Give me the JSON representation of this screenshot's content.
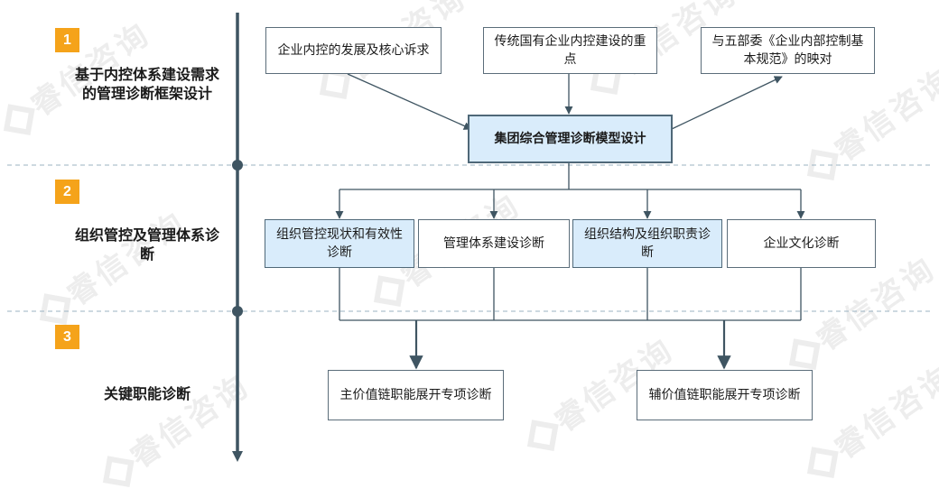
{
  "watermark": "睿信咨询",
  "stages": [
    {
      "num": "1",
      "title": "基于内控体系建设需求的管理诊断框架设计"
    },
    {
      "num": "2",
      "title": "组织管控及管理体系诊断"
    },
    {
      "num": "3",
      "title": "关键职能诊断"
    }
  ],
  "inputs": [
    {
      "text": "企业内控的发展及核心诉求"
    },
    {
      "text": "传统国有企业内控建设的重点"
    },
    {
      "text": "与五部委《企业内部控制基本规范》的映对"
    }
  ],
  "center": {
    "text": "集团综合管理诊断模型设计"
  },
  "diagnoses": [
    {
      "text": "组织管控现状和有效性诊断"
    },
    {
      "text": "管理体系建设诊断"
    },
    {
      "text": "组织结构及组织职责诊断"
    },
    {
      "text": "企业文化诊断"
    }
  ],
  "outputs": [
    {
      "text": "主价值链职能展开专项诊断"
    },
    {
      "text": "辅价值链职能展开专项诊断"
    }
  ],
  "colors": {
    "accent": "#f5a31a",
    "timeline": "#3f5562",
    "highlight": "#d9ecfb",
    "border": "#5b6d7a",
    "arrow": "#3f5562"
  }
}
